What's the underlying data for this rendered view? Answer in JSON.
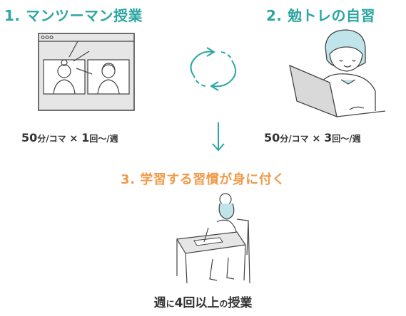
{
  "step1": {
    "title": "1. マンツーマン授業",
    "frequency": {
      "n1": "50",
      "t1": "分/コマ",
      "x": " × ",
      "n2": "1",
      "t2": "回〜/週"
    }
  },
  "step2": {
    "title": "2. 勉トレの自習",
    "frequency": {
      "n1": "50",
      "t1": "分/コマ",
      "x": " × ",
      "n2": "3",
      "t2": "回〜/週"
    }
  },
  "step3": {
    "title": "3. 学習する習慣が身に付く"
  },
  "footer": {
    "a": "週",
    "b": "に",
    "c": "4回以上",
    "d": "の",
    "e": "授業"
  },
  "colors": {
    "teal": "#2aa6a3",
    "orange": "#f29a4a",
    "text": "#333333"
  },
  "icons": [
    "video-call-illustration",
    "cycle-arrows-icon",
    "laptop-study-illustration",
    "down-arrow-icon",
    "desk-study-illustration"
  ]
}
